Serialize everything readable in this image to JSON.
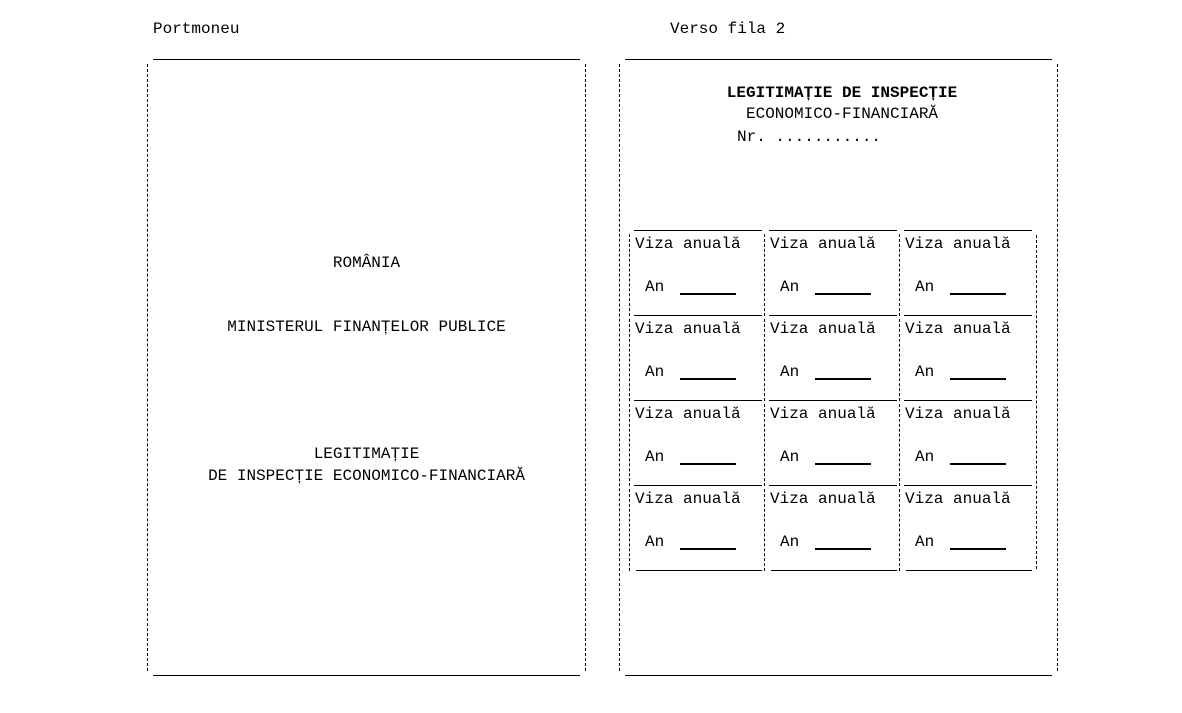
{
  "headings": {
    "left": "Portmoneu",
    "right": "Verso fila 2"
  },
  "front": {
    "country": "ROMÂNIA",
    "ministry": "MINISTERUL FINANȚELOR PUBLICE",
    "title_line1": "LEGITIMAȚIE",
    "title_line2": "DE INSPECȚIE ECONOMICO-FINANCIARĂ"
  },
  "back": {
    "title_line1": "LEGITIMAȚIE DE INSPECȚIE",
    "title_line2": "ECONOMICO-FINANCIARĂ",
    "number": "Nr. ..........."
  },
  "visa_grid": {
    "label": "Viza anuală",
    "year_label": "An",
    "rows": 4,
    "cols": 3
  }
}
